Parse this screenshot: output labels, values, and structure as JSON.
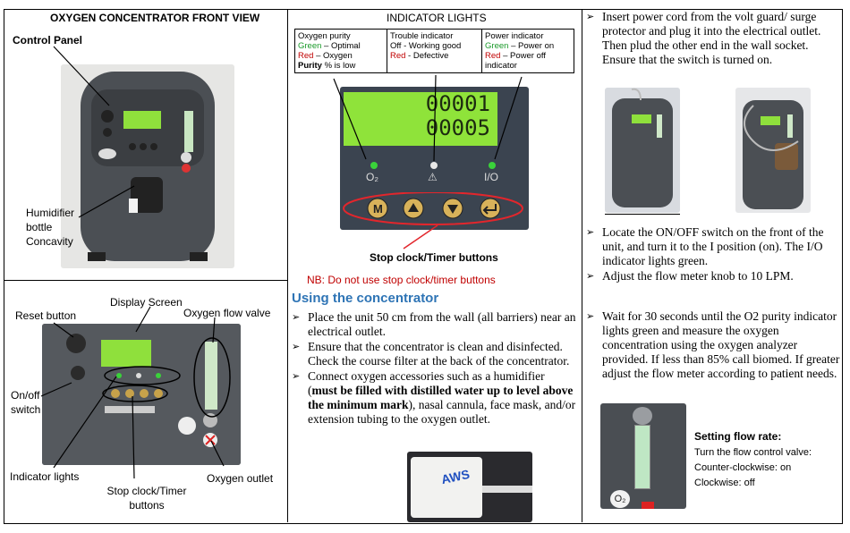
{
  "left": {
    "title": "OXYGEN CONCENTRATOR FRONT VIEW",
    "control_panel": "Control Panel",
    "humidifier": [
      "Humidifier",
      "bottle",
      "Concavity"
    ],
    "display_screen": "Display Screen",
    "reset_button": "Reset button",
    "oxygen_flow_valve": "Oxygen flow valve",
    "onoff": [
      "On/off",
      "switch"
    ],
    "indicator_lights": "Indicator lights",
    "stop_clock": [
      "Stop clock/Timer",
      "buttons"
    ],
    "oxygen_outlet": "Oxygen outlet"
  },
  "middle": {
    "title": "INDICATOR LIGHTS",
    "table": {
      "oxygen": {
        "heading": "Oxygen purity",
        "green_word": "Green",
        "green_text": " – Optimal",
        "red_word": "Red",
        "red_text": " – Oxygen",
        "last_bold": "Purity",
        "last_text": " % is low"
      },
      "trouble": {
        "heading": "Trouble indicator",
        "line1": "Off - Working good",
        "red_word": "Red",
        "red_text": " - Defective"
      },
      "power": {
        "heading": "Power indicator",
        "green_word": "Green",
        "green_text": " – Power on",
        "red_word": "Red",
        "red_text": " – Power off",
        "line3": "indicator"
      }
    },
    "display_top": "00001",
    "display_bottom": "00005",
    "o2_label": "O₂",
    "io_label": "I/O",
    "stop_clock_caption": "Stop clock/Timer buttons",
    "nb": "NB: Do not use stop clock/timer buttons",
    "using_heading": "Using the concentrator",
    "bullets": [
      "Place the unit 50 cm from the wall (all barriers) near an electrical outlet.",
      "Ensure that the concentrator is clean and disinfected. Check the course filter at the back of the concentrator."
    ],
    "bullet3_pre": "Connect oxygen accessories such as a humidifier (",
    "bullet3_bold": "must be filled with distilled water up to level above the minimum mark",
    "bullet3_post": "), nasal cannula, face mask, and/or extension tubing to the oxygen outlet.",
    "analyzer_brand": "AWS"
  },
  "right": {
    "bullet1": "Insert power cord from the volt guard/ surge protector and plug it into the electrical outlet. Then plud the other end in the wall socket. Ensure that the switch is turned on.",
    "bullet2": "Locate the ON/OFF switch on the front of the unit, and turn it to the I position (on). The I/O indicator lights green.",
    "bullet3": "Adjust the flow meter knob to 10 LPM.",
    "bullet4": "Wait for 30 seconds until the O2 purity indicator lights green and measure the oxygen concentration using the oxygen analyzer provided. If less than 85% call biomed. If greater adjust the flow meter according to patient needs.",
    "flow_title": "Setting flow rate:",
    "flow_lines": [
      "Turn the flow control valve:",
      "Counter-clockwise: on",
      "Clockwise: off"
    ],
    "o2_label": "O₂"
  }
}
